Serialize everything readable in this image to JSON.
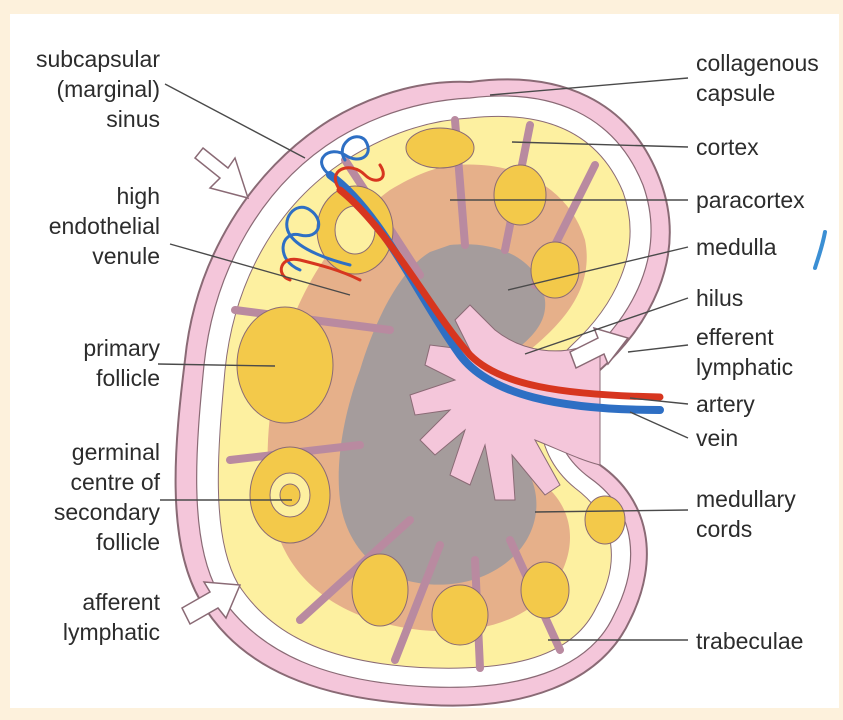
{
  "colors": {
    "background": "#fdf1dc",
    "capsule": "#f4c6da",
    "capsule_edge": "#8a6a75",
    "sinus": "#ffffff",
    "cortex": "#fdf0a0",
    "follicle": "#f3c94a",
    "paracortex": "#e6b08a",
    "medulla": "#a59c9c",
    "artery": "#d7361f",
    "vein": "#2e6fc4"
  },
  "labels": {
    "subcapsular_sinus": "subcapsular\n(marginal)\nsinus",
    "high_endothelial_venule": "high\nendothelial\nvenule",
    "primary_follicle": "primary\nfollicle",
    "germinal_centre": "germinal\ncentre of\nsecondary\nfollicle",
    "afferent_lymphatic": "afferent\nlymphatic",
    "collagenous_capsule": "collagenous\ncapsule",
    "cortex": "cortex",
    "paracortex": "paracortex",
    "medulla": "medulla",
    "hilus": "hilus",
    "efferent_lymphatic": "efferent\nlymphatic",
    "artery": "artery",
    "vein": "vein",
    "medullary_cords": "medullary\ncords",
    "trabeculae": "trabeculae"
  }
}
